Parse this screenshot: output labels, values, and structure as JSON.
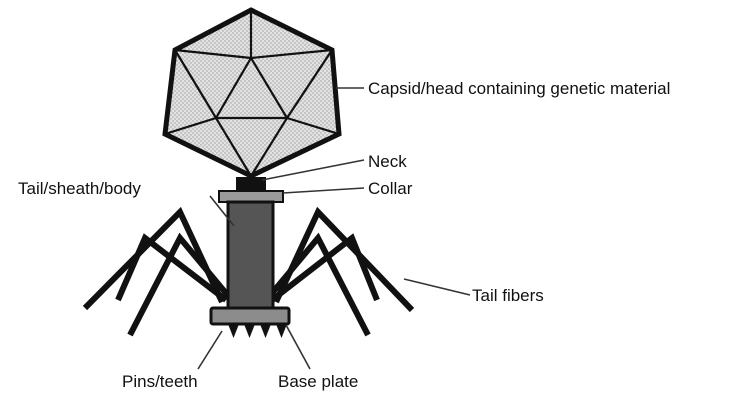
{
  "diagram": {
    "labels": {
      "capsid": "Capsid/head containing genetic material",
      "neck": "Neck",
      "collar": "Collar",
      "tail": "Tail/sheath/body",
      "fibers": "Tail fibers",
      "pins": "Pins/teeth",
      "base": "Base plate"
    },
    "colors": {
      "outline": "#111111",
      "capsid_fill": "#d9d9d9",
      "tail_fill": "#555555",
      "collar_fill": "#9a9a9a",
      "baseplate_fill": "#8c8c8c",
      "leader": "#333333",
      "background": "#ffffff"
    }
  }
}
